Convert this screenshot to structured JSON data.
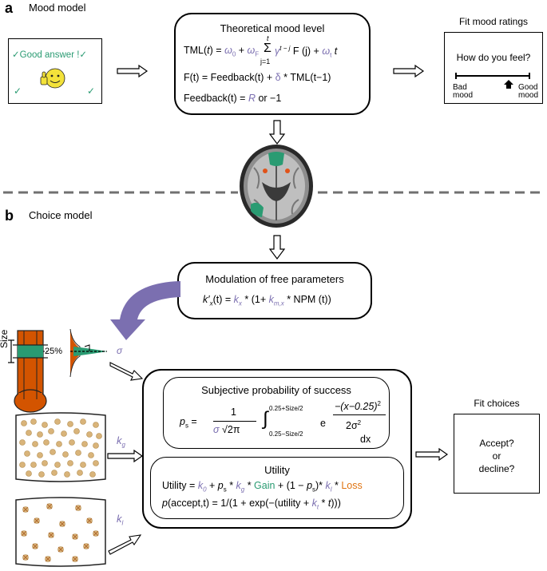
{
  "panel_a": {
    "letter": "a",
    "title": "Mood model",
    "feedback_card": {
      "text": "✓Good answer !✓",
      "check_left": "✓",
      "check_right": "✓"
    },
    "tml_box": {
      "title": "Theoretical mood level",
      "eq1": {
        "lhs": "TML(",
        "t": "t",
        "mid": ") = ",
        "w0": "ω",
        "w0_sub": "0",
        "plus1": " + ",
        "wf": "ω",
        "wf_sub": "F",
        "sum_top": "t",
        "sum": "Σ",
        "sum_bottom": "j=1",
        "gamma": "γ",
        "gamma_exp": "t − j",
        "F": " F (j) + ",
        "wt": "ω",
        "wt_sub": "t",
        "tail": " t"
      },
      "eq2": {
        "lhs": "F(t) = Feedback(t) + ",
        "delta": "δ",
        "rhs": " * TML(t−1)"
      },
      "eq3": {
        "lhs": "Feedback(t) = ",
        "R": "R",
        "rhs": " or −1"
      }
    },
    "fit_box": {
      "title": "Fit mood ratings",
      "question": "How do you feel?",
      "bad_label_1": "Bad",
      "bad_label_2": "mood",
      "good_label_1": "Good",
      "good_label_2": "mood"
    }
  },
  "panel_b": {
    "letter": "b",
    "title": "Choice model",
    "modulation_box": {
      "title": "Modulation of free parameters",
      "k_prime": "k′",
      "k_sub": "x",
      "lhs_rest": "(t) = ",
      "kx": "k",
      "kx_sub": "x",
      "mid": " * (1+ ",
      "km": "k",
      "km_sub": "m,x",
      "rhs": " * NPM (t))"
    },
    "thermometer": {
      "size_label": "Size",
      "percent_label": "25%",
      "sigma": "σ"
    },
    "gain_label": {
      "k": "k",
      "sub": "g"
    },
    "loss_label": {
      "k": "k",
      "sub": "l"
    },
    "subjective_box": {
      "title": "Subjective probability of success",
      "ps": "p",
      "ps_sub": "s",
      "eq": " = ",
      "one": "1",
      "sigma": "σ",
      "sqrt": "√2π",
      "int_top": "0.25+Size/2",
      "int_bottom": "0.25−Size/2",
      "e": "e",
      "exp_num": "−(x−0.25)",
      "exp_num_pow": "2",
      "exp_den": "2σ",
      "exp_den_pow": "2",
      "dx": "dx"
    },
    "utility_box": {
      "title": "Utility",
      "line1": {
        "a": "Utility = ",
        "k0": "k",
        "k0_sub": "0",
        "b": " + ",
        "ps": "p",
        "ps_sub": "s",
        "c": " * ",
        "kg": "k",
        "kg_sub": "g",
        "d": " * ",
        "gain": "Gain",
        "e": " + (1 − ",
        "ps2": "p",
        "ps2_sub": "s",
        "f": ")* ",
        "kl": "k",
        "kl_sub": "l",
        "g": " * ",
        "loss": "Loss"
      },
      "line2": {
        "a": "p",
        "b": "(accept,t) = 1/(1 + exp(−(utility + ",
        "kt": "k",
        "kt_sub": "t",
        "c": " * ",
        "t": "t",
        "d": ")))"
      }
    },
    "fit_choices": {
      "title": "Fit choices",
      "line1": "Accept?",
      "line2": "or",
      "line3": "decline?"
    }
  },
  "colors": {
    "param_purple": "#7b6fb0",
    "gain_green": "#2a9b72",
    "loss_orange": "#e07310",
    "thermo_orange": "#d35400",
    "teal": "#2a9b72",
    "coin": "#d9b47a",
    "dash_gray": "#707070"
  }
}
